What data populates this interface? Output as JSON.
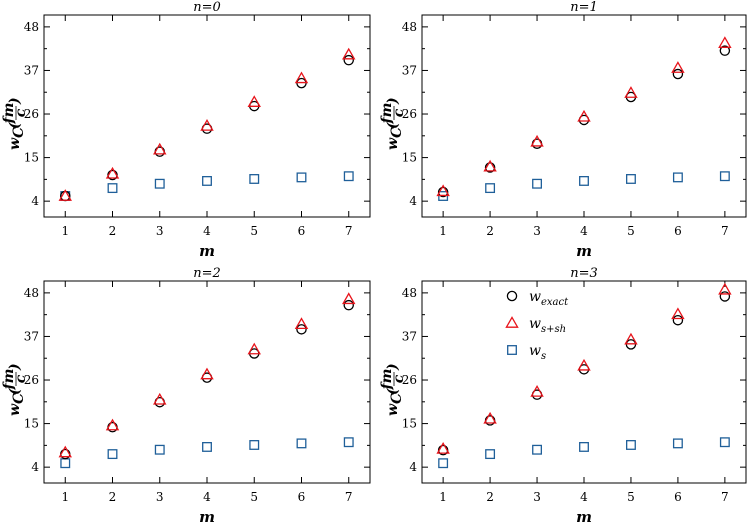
{
  "chart_data": [
    {
      "type": "scatter",
      "title": "n=0",
      "xlabel": "m",
      "ylabel": "w_C (fm/c)",
      "xlim": [
        0.55,
        7.45
      ],
      "ylim": [
        0,
        51
      ],
      "xticks": [
        1,
        2,
        3,
        4,
        5,
        6,
        7
      ],
      "yticks": [
        4,
        15,
        26,
        37,
        48
      ],
      "series": [
        {
          "name": "w_exact",
          "marker": "circle",
          "x": [
            1,
            2,
            3,
            4,
            5,
            6,
            7
          ],
          "y": [
            5.3,
            10.6,
            16.5,
            22.3,
            28.0,
            33.8,
            39.6
          ]
        },
        {
          "name": "w_s+sh",
          "marker": "triangle",
          "x": [
            1,
            2,
            3,
            4,
            5,
            6,
            7
          ],
          "y": [
            5.3,
            10.9,
            17.0,
            23.0,
            29.0,
            35.0,
            41.0
          ]
        },
        {
          "name": "w_s",
          "marker": "square",
          "x": [
            1,
            2,
            3,
            4,
            5,
            6,
            7
          ],
          "y": [
            5.3,
            7.3,
            8.4,
            9.1,
            9.6,
            10.0,
            10.3
          ]
        }
      ]
    },
    {
      "type": "scatter",
      "title": "n=1",
      "xlabel": "m",
      "ylabel": "w_C (fm/c)",
      "xlim": [
        0.55,
        7.45
      ],
      "ylim": [
        0,
        51
      ],
      "xticks": [
        1,
        2,
        3,
        4,
        5,
        6,
        7
      ],
      "yticks": [
        4,
        15,
        26,
        37,
        48
      ],
      "series": [
        {
          "name": "w_exact",
          "marker": "circle",
          "x": [
            1,
            2,
            3,
            4,
            5,
            6,
            7
          ],
          "y": [
            6.3,
            12.5,
            18.5,
            24.5,
            30.3,
            36.1,
            42.0
          ]
        },
        {
          "name": "w_s+sh",
          "marker": "triangle",
          "x": [
            1,
            2,
            3,
            4,
            5,
            6,
            7
          ],
          "y": [
            6.5,
            12.7,
            19.0,
            25.3,
            31.3,
            37.6,
            43.9
          ]
        },
        {
          "name": "w_s",
          "marker": "square",
          "x": [
            1,
            2,
            3,
            4,
            5,
            6,
            7
          ],
          "y": [
            5.3,
            7.3,
            8.4,
            9.1,
            9.6,
            10.0,
            10.3
          ]
        }
      ]
    },
    {
      "type": "scatter",
      "title": "n=2",
      "xlabel": "m",
      "ylabel": "w_C (fm/c)",
      "xlim": [
        0.55,
        7.45
      ],
      "ylim": [
        0,
        51
      ],
      "xticks": [
        1,
        2,
        3,
        4,
        5,
        6,
        7
      ],
      "yticks": [
        4,
        15,
        26,
        37,
        48
      ],
      "series": [
        {
          "name": "w_exact",
          "marker": "circle",
          "x": [
            1,
            2,
            3,
            4,
            5,
            6,
            7
          ],
          "y": [
            7.3,
            14.1,
            20.4,
            26.6,
            32.7,
            38.8,
            44.9
          ]
        },
        {
          "name": "w_s+sh",
          "marker": "triangle",
          "x": [
            1,
            2,
            3,
            4,
            5,
            6,
            7
          ],
          "y": [
            7.7,
            14.5,
            21.0,
            27.4,
            33.7,
            40.1,
            46.4
          ]
        },
        {
          "name": "w_s",
          "marker": "square",
          "x": [
            1,
            2,
            3,
            4,
            5,
            6,
            7
          ],
          "y": [
            5.0,
            7.3,
            8.4,
            9.1,
            9.6,
            10.0,
            10.3
          ]
        }
      ]
    },
    {
      "type": "scatter",
      "title": "n=3",
      "xlabel": "m",
      "ylabel": "w_C (fm/c)",
      "xlim": [
        0.55,
        7.45
      ],
      "ylim": [
        0,
        51
      ],
      "xticks": [
        1,
        2,
        3,
        4,
        5,
        6,
        7
      ],
      "yticks": [
        4,
        15,
        26,
        37,
        48
      ],
      "legend_position": "upper-center",
      "series": [
        {
          "name": "w_exact",
          "marker": "circle",
          "x": [
            1,
            2,
            3,
            4,
            5,
            6,
            7
          ],
          "y": [
            8.3,
            15.8,
            22.3,
            28.7,
            35.0,
            41.1,
            47.1
          ]
        },
        {
          "name": "w_s+sh",
          "marker": "triangle",
          "x": [
            1,
            2,
            3,
            4,
            5,
            6,
            7
          ],
          "y": [
            8.6,
            16.2,
            23.0,
            29.6,
            36.2,
            42.6,
            48.8
          ]
        },
        {
          "name": "w_s",
          "marker": "square",
          "x": [
            1,
            2,
            3,
            4,
            5,
            6,
            7
          ],
          "y": [
            5.0,
            7.3,
            8.4,
            9.1,
            9.6,
            10.0,
            10.3
          ]
        }
      ]
    }
  ],
  "legend": [
    {
      "base": "w",
      "sub": "exact",
      "marker": "circle"
    },
    {
      "base": "w",
      "sub": "s+sh",
      "marker": "triangle"
    },
    {
      "base": "w",
      "sub": "s",
      "marker": "square"
    }
  ],
  "ylabel_parts": {
    "w": "w",
    "sub": "C",
    "num": "fm",
    "den": "c"
  },
  "colors": {
    "w_exact": "#000000",
    "w_s+sh": "#e8141b",
    "w_s": "#1f5f99"
  }
}
